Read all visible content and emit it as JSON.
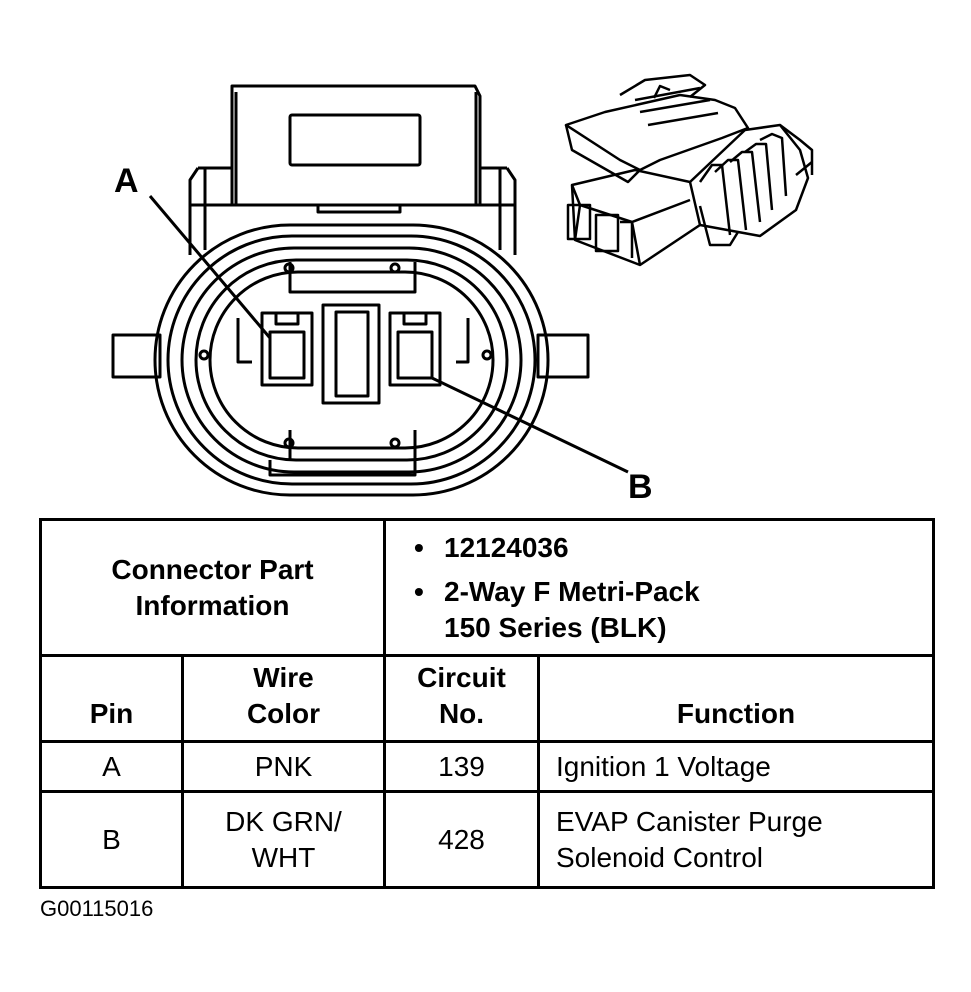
{
  "diagram": {
    "pin_a_label": "A",
    "pin_b_label": "B"
  },
  "table": {
    "part_info_header_line1": "Connector Part",
    "part_info_header_line2": "Information",
    "part_number": "12124036",
    "connector_desc_line1": "2-Way F Metri-Pack",
    "connector_desc_line2": "150 Series (BLK)",
    "bullet": "•",
    "headers": {
      "pin": "Pin",
      "wire_color_line1": "Wire",
      "wire_color_line2": "Color",
      "circuit_line1": "Circuit",
      "circuit_line2": "No.",
      "function": "Function"
    },
    "rows": [
      {
        "pin": "A",
        "wire_color_line1": "PNK",
        "wire_color_line2": "",
        "circuit": "139",
        "function_line1": "Ignition 1 Voltage",
        "function_line2": ""
      },
      {
        "pin": "B",
        "wire_color_line1": "DK GRN/",
        "wire_color_line2": "WHT",
        "circuit": "428",
        "function_line1": "EVAP Canister Purge",
        "function_line2": "Solenoid Control"
      }
    ]
  },
  "figure_code": "G00115016"
}
